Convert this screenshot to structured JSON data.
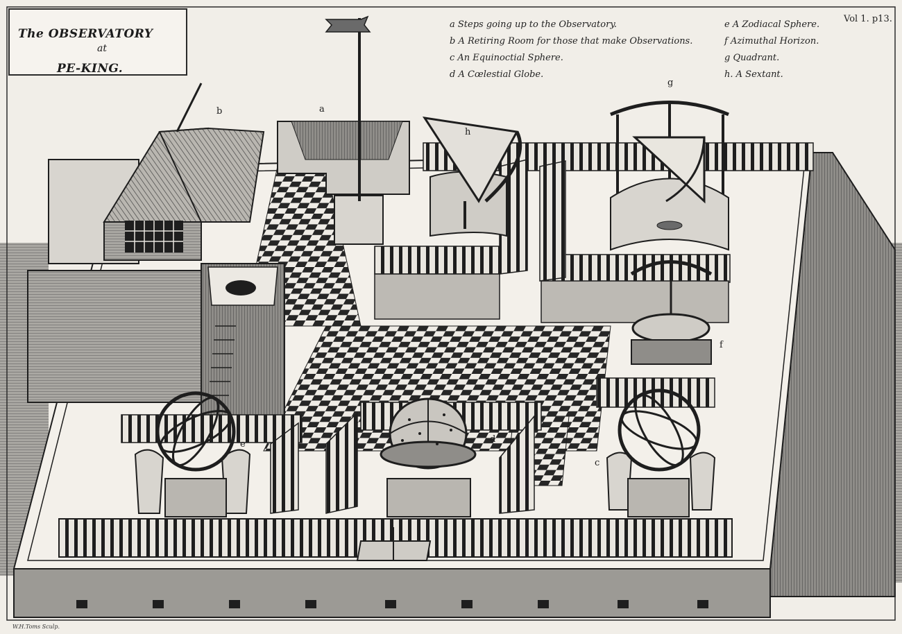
{
  "plate": {
    "title_line1": "The OBSERVATORY",
    "title_line2": "at",
    "title_line3": "PE-KING.",
    "plate_reference": "Vol 1. p13.",
    "engraver": "W.H.Toms Sculp."
  },
  "legend": {
    "items": [
      {
        "key": "a",
        "text": "a  Steps going up to the Observatory."
      },
      {
        "key": "b",
        "text": "b  A Retiring Room for those that make Observations."
      },
      {
        "key": "c",
        "text": "c  An Equinoctial Sphere."
      },
      {
        "key": "d",
        "text": "d  A Cœlestial Globe."
      },
      {
        "key": "e",
        "text": "e  A Zodiacal Sphere."
      },
      {
        "key": "f",
        "text": "f  Azimuthal Horizon."
      },
      {
        "key": "g",
        "text": "g  Quadrant."
      },
      {
        "key": "h",
        "text": "h.  A Sextant."
      }
    ]
  },
  "markers": {
    "a": "a",
    "b": "b",
    "c": "c",
    "d": "d",
    "e": "e",
    "f": "f",
    "g": "g",
    "h": "h"
  },
  "colors": {
    "paper": "#f1eee8",
    "ink": "#1e1e1e",
    "dark_stone": "#6a6a6a",
    "mid_stone": "#9a9894",
    "light_stone": "#cfccc6"
  }
}
